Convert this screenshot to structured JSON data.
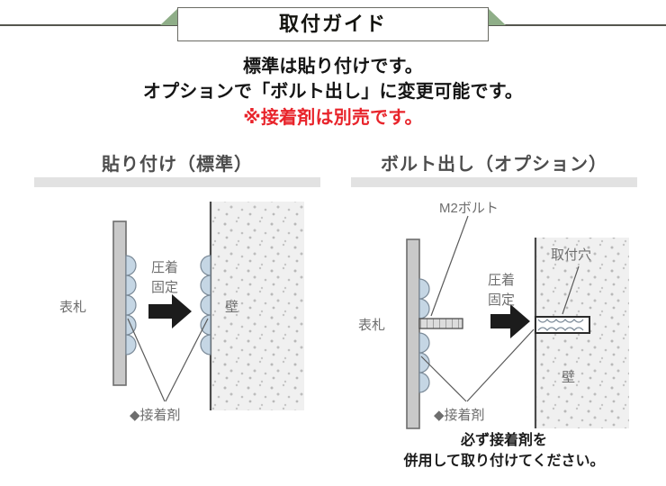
{
  "banner": {
    "title": "取付ガイド",
    "wing_color": "#8fae88",
    "border_color": "#6a6b64"
  },
  "intro": {
    "line1": "標準は貼り付けです。",
    "line2": "オプションで「ボルト出し」に変更可能です。",
    "line3": "※接着剤は別売です。",
    "line3_color": "#e8242b"
  },
  "sections": {
    "left": {
      "title": "貼り付け（標準）",
      "labels": {
        "nameplate": "表札",
        "press_line1": "圧着",
        "press_line2": "固定",
        "wall": "壁",
        "adhesive": "◆接着剤"
      }
    },
    "right": {
      "title": "ボルト出し（オプション）",
      "labels": {
        "bolt": "M2ボルト",
        "nameplate": "表札",
        "press_line1": "圧着",
        "press_line2": "固定",
        "hole": "取付穴",
        "wall": "壁",
        "adhesive": "◆接着剤"
      },
      "caption_line1": "必ず接着剤を",
      "caption_line2": "併用して取り付けてください。"
    }
  },
  "colors": {
    "plate_fill": "#c9c9c9",
    "plate_stroke": "#6e6e6e",
    "wall_fill": "#f0f0f0",
    "wall_stroke": "#4a4a4a",
    "adhesive_fill": "#c5d6e4",
    "adhesive_stroke": "#7b8a98",
    "arrow_fill": "#1c1c1c",
    "bar_fill": "#e2e2e2"
  }
}
